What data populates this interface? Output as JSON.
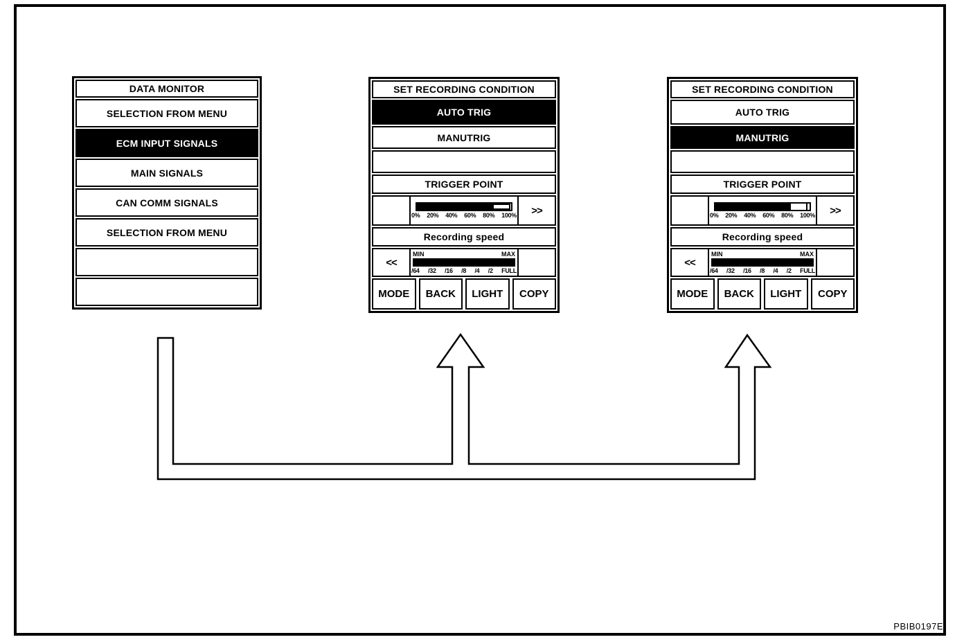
{
  "figure_code": "PBIB0197E",
  "colors": {
    "foreground": "#000000",
    "background": "#ffffff"
  },
  "monitor_panel": {
    "title": "DATA MONITOR",
    "selected_row": "ECM INPUT SIGNALS",
    "rows": [
      {
        "label": "SELECTION FROM MENU"
      },
      {
        "label": "ECM INPUT SIGNALS"
      },
      {
        "label": "MAIN SIGNALS"
      },
      {
        "label": "CAN COMM SIGNALS"
      },
      {
        "label": "SELECTION FROM MENU"
      },
      {
        "label": ""
      },
      {
        "label": ""
      }
    ]
  },
  "recording_auto": {
    "title": "SET RECORDING CONDITION",
    "auto_trig_label": "AUTO TRIG",
    "manu_trig_label": "MANUTRIG",
    "selected": "AUTO TRIG",
    "trigger_point_label": "TRIGGER POINT",
    "trigger_scale": [
      "0%",
      "20%",
      "40%",
      "60%",
      "80%",
      "100%"
    ],
    "trigger_fill_pct": 80,
    "recording_speed_label": "Recording speed",
    "speed_min_label": "MIN",
    "speed_max_label": "MAX",
    "speed_scale": [
      "/64",
      "/32",
      "/16",
      "/8",
      "/4",
      "/2",
      "FULL"
    ],
    "speed_fill_pct": 100,
    "forward_label": ">>",
    "back_label": "<<",
    "buttons": [
      "MODE",
      "BACK",
      "LIGHT",
      "COPY"
    ]
  },
  "recording_manu": {
    "title": "SET RECORDING CONDITION",
    "auto_trig_label": "AUTO TRIG",
    "manu_trig_label": "MANUTRIG",
    "selected": "MANUTRIG",
    "trigger_point_label": "TRIGGER POINT",
    "trigger_scale": [
      "0%",
      "20%",
      "40%",
      "60%",
      "80%",
      "100%"
    ],
    "trigger_fill_pct": 80,
    "recording_speed_label": "Recording speed",
    "speed_min_label": "MIN",
    "speed_max_label": "MAX",
    "speed_scale": [
      "/64",
      "/32",
      "/16",
      "/8",
      "/4",
      "/2",
      "FULL"
    ],
    "speed_fill_pct": 100,
    "forward_label": ">>",
    "back_label": "<<",
    "buttons": [
      "MODE",
      "BACK",
      "LIGHT",
      "COPY"
    ]
  }
}
